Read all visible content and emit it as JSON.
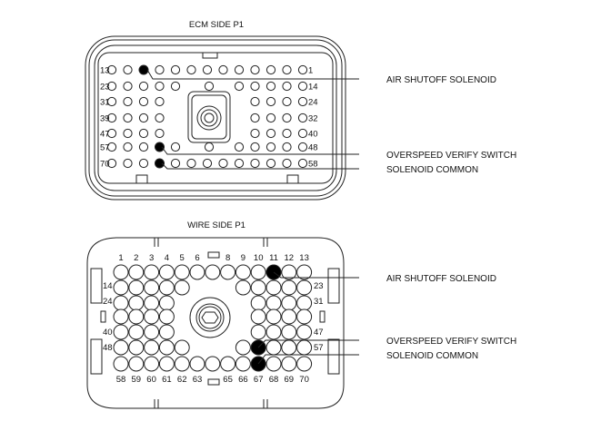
{
  "ecm": {
    "title": "ECM SIDE P1",
    "left_labels": [
      "13",
      "23",
      "31",
      "39",
      "47",
      "57",
      "70"
    ],
    "right_labels": [
      "1",
      "14",
      "24",
      "32",
      "40",
      "48",
      "58"
    ]
  },
  "wire": {
    "title": "WIRE SIDE P1",
    "top_labels": [
      "1",
      "2",
      "3",
      "4",
      "5",
      "6",
      "8",
      "9",
      "10",
      "11",
      "12",
      "13"
    ],
    "bottom_labels": [
      "58",
      "59",
      "60",
      "61",
      "62",
      "63",
      "65",
      "66",
      "67",
      "68",
      "69",
      "70"
    ],
    "left_labels": [
      "14",
      "24",
      "40",
      "48"
    ],
    "right_labels": [
      "23",
      "31",
      "47",
      "57"
    ]
  },
  "callouts": {
    "ecm": [
      "AIR SHUTOFF SOLENOID",
      "OVERSPEED VERIFY SWITCH",
      "SOLENOID COMMON"
    ],
    "wire": [
      "AIR SHUTOFF SOLENOID",
      "OVERSPEED VERIFY SWITCH",
      "SOLENOID COMMON"
    ]
  }
}
